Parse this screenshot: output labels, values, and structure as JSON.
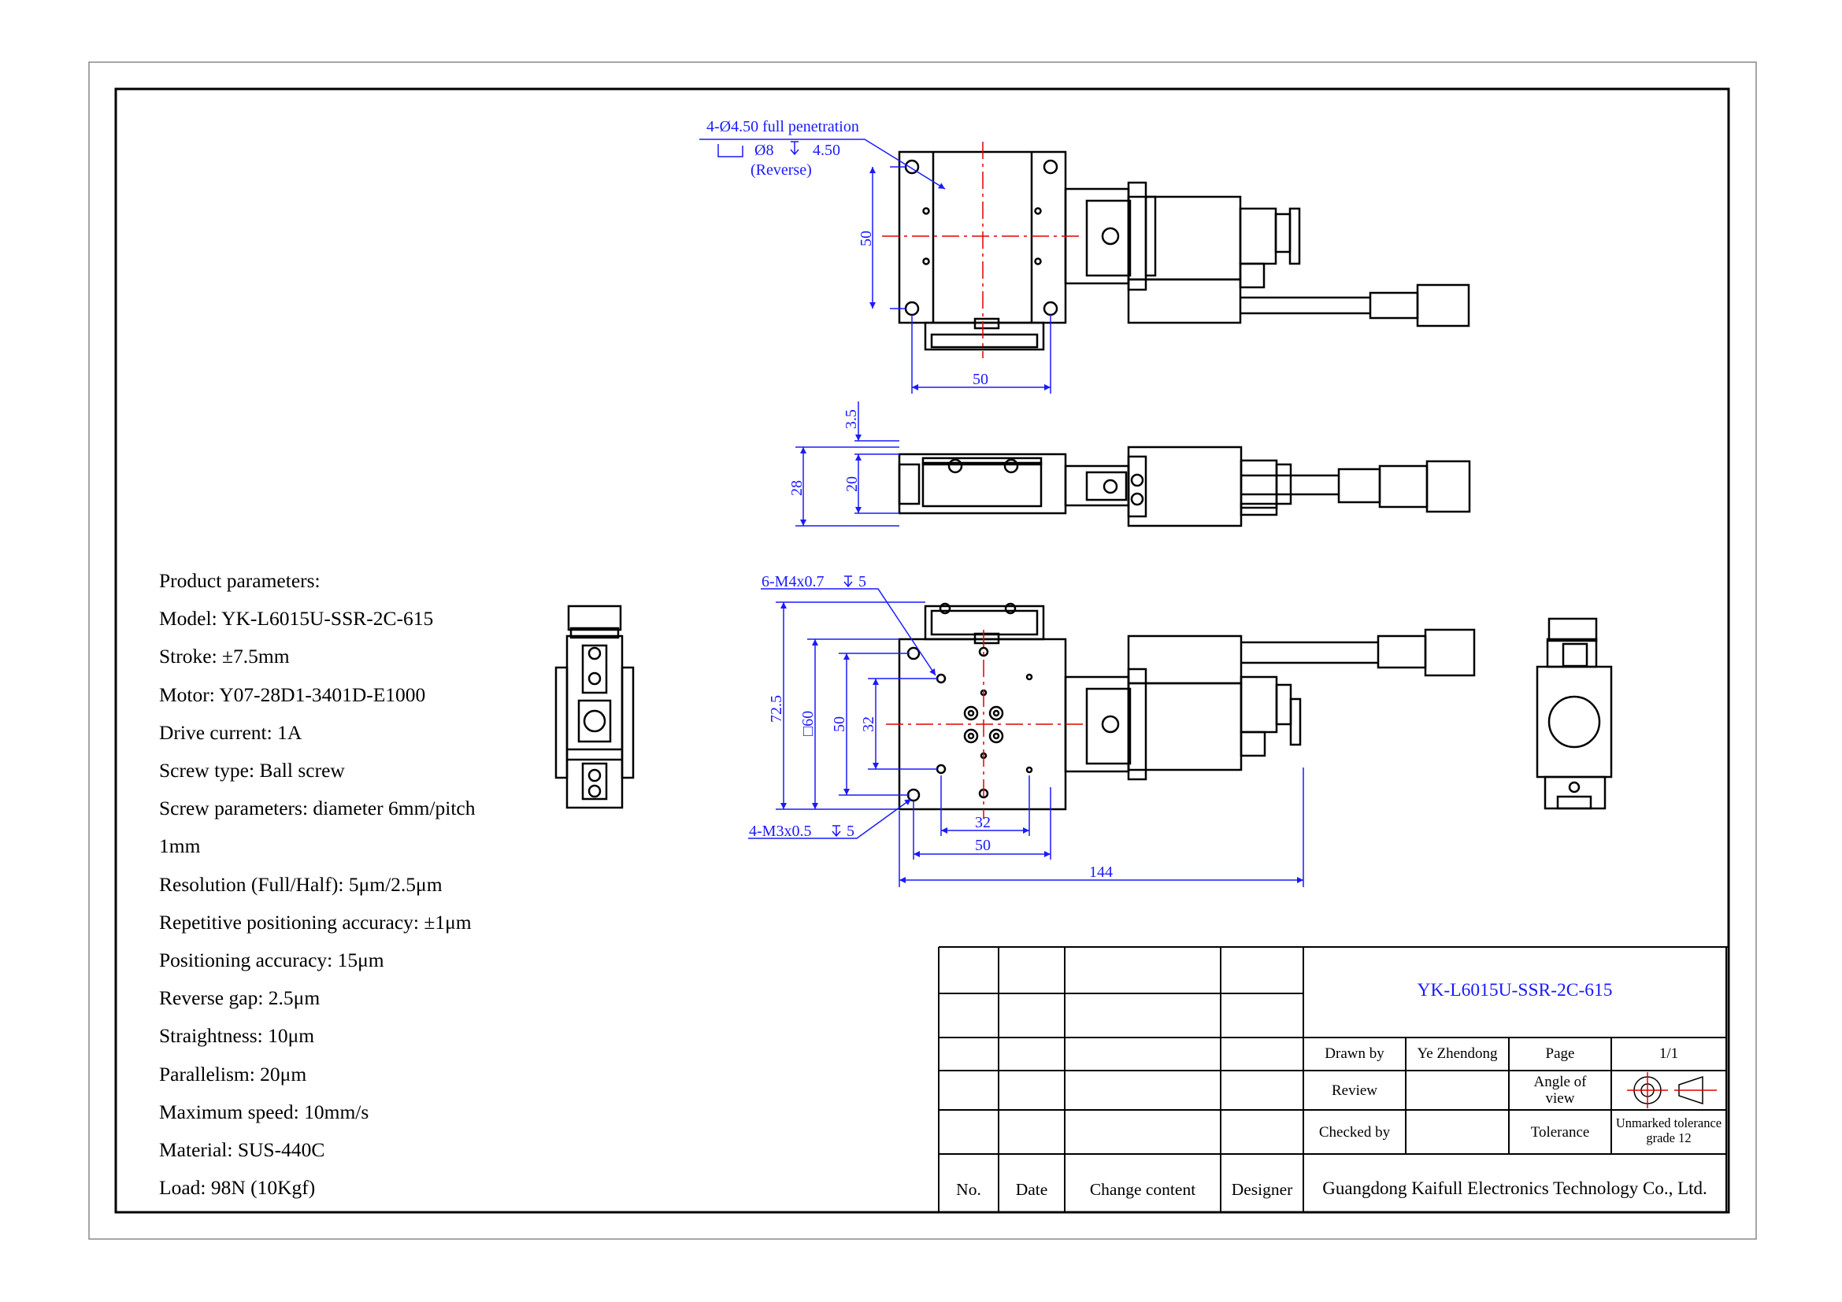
{
  "product_parameters": {
    "heading": "Product parameters:",
    "lines": [
      "Model: YK-L6015U-SSR-2C-615",
      "Stroke: ±7.5mm",
      "Motor: Y07-28D1-3401D-E1000",
      "Drive current: 1A",
      "Screw type: Ball screw",
      "Screw parameters: diameter 6mm/pitch",
      "1mm",
      "Resolution (Full/Half): 5μm/2.5μm",
      "Repetitive positioning accuracy: ±1μm",
      "Positioning accuracy: 15μm",
      "Reverse gap: 2.5μm",
      "Straightness: 10μm",
      "Parallelism: 20μm",
      "Maximum speed: 10mm/s",
      "Material: SUS-440C",
      "Load: 98N (10Kgf)"
    ]
  },
  "annotations": {
    "top_hole_note": "4-Ø4.50 full penetration",
    "top_hole_cbore": "Ø8",
    "top_hole_depth": "4.50",
    "top_hole_reverse": "(Reverse)",
    "dim_top_height": "50",
    "dim_top_width": "50",
    "dim_side_35": "3.5",
    "dim_side_28": "28",
    "dim_side_20": "20",
    "note_m4": "6-M4x0.7",
    "note_m4_depth": "5",
    "note_m3": "4-M3x0.5",
    "note_m3_depth": "5",
    "dim_72_5": "72.5",
    "dim_60": "□60",
    "dim_50_v": "50",
    "dim_32_v": "32",
    "dim_32_h": "32",
    "dim_50_h": "50",
    "dim_144": "144"
  },
  "title_block": {
    "drawing_title": "YK-L6015U-SSR-2C-615",
    "drawn_by_label": "Drawn by",
    "drawn_by_value": "Ye Zhendong",
    "page_label": "Page",
    "page_value": "1/1",
    "review_label": "Review",
    "angle_label": "Angle of view",
    "checked_by_label": "Checked by",
    "tolerance_label": "Tolerance",
    "tolerance_value": "Unmarked tolerance grade 12",
    "col_no": "No.",
    "col_date": "Date",
    "col_change": "Change content",
    "col_designer": "Designer",
    "company": "Guangdong Kaifull Electronics Technology Co., Ltd."
  },
  "colors": {
    "dimension": "#1a1aff",
    "centerline": "#e00000",
    "outline": "#000000"
  }
}
